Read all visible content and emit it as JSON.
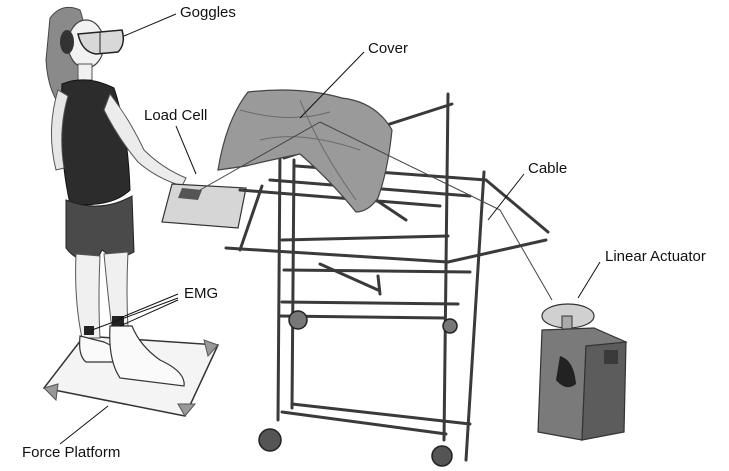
{
  "labels": {
    "goggles": "Goggles",
    "cover": "Cover",
    "load_cell": "Load Cell",
    "cable": "Cable",
    "linear_actuator": "Linear Actuator",
    "emg": "EMG",
    "force_platform": "Force Platform"
  },
  "colors": {
    "background": "#ffffff",
    "ink": "#111111",
    "figure": "#2e2e2e",
    "frame": "#3a3a3a",
    "cover": "#9a9a9a",
    "actuator": "#6e6e6e"
  }
}
